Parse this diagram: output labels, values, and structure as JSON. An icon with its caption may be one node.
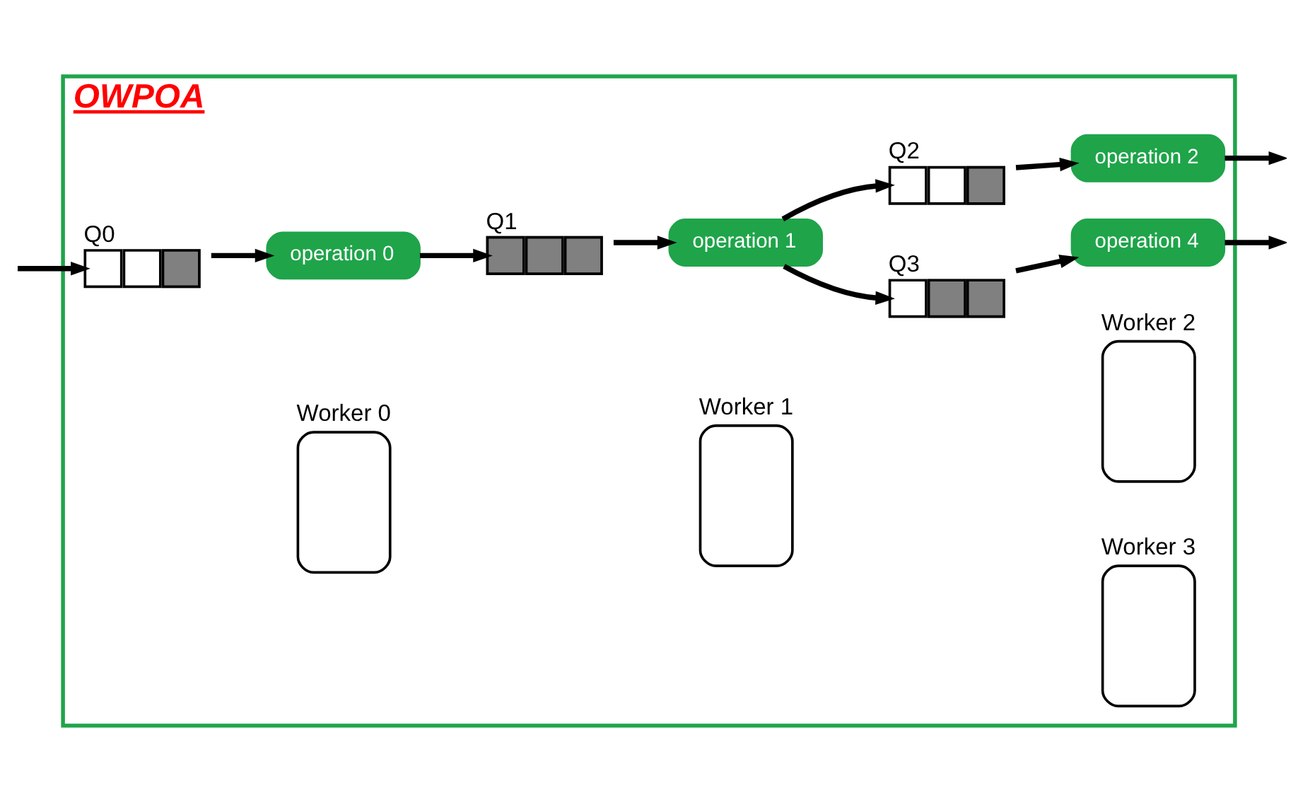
{
  "diagram": {
    "nodes": [
      {
        "text": [
          "OWPOA"
        ]
      },
      {
        "text": [
          "Q0"
        ],
        "in": 0
      },
      {
        "text": [
          "Worker 0"
        ],
        "in": 0
      },
      {
        "text": [
          "operation 0"
        ],
        "in": 0
      },
      {
        "text": [
          "Q1"
        ],
        "in": 0
      },
      {
        "text": [
          "Worker 1"
        ],
        "in": 0
      },
      {
        "text": [
          "operation 1"
        ],
        "in": 0
      },
      {
        "text": [
          "Q2"
        ],
        "in": 0
      },
      {
        "text": [
          "Worker 2"
        ],
        "in": 0
      },
      {
        "text": [
          "operation 2"
        ],
        "in": 0
      },
      {
        "text": [
          "Q3"
        ],
        "in": 0
      },
      {
        "text": [
          "Worker 3"
        ],
        "in": 0
      },
      {
        "text": [
          "operation 4"
        ],
        "in": 0
      }
    ],
    "edges": [
      {
        "from": null,
        "to": 1,
        "arrow": "to"
      },
      {
        "from": 1,
        "to": 3,
        "arrow": "to"
      },
      {
        "from": 3,
        "to": 4,
        "arrow": "to"
      },
      {
        "from": 4,
        "to": 6,
        "arrow": "to"
      },
      {
        "from": 6,
        "to": 7,
        "arrow": "to"
      },
      {
        "from": 6,
        "to": 10,
        "arrow": "to"
      },
      {
        "from": 7,
        "to": 9,
        "arrow": "to"
      },
      {
        "from": 10,
        "to": 12,
        "arrow": "to"
      },
      {
        "from": 9,
        "to": null,
        "arrow": "to"
      },
      {
        "from": 12,
        "to": null,
        "arrow": "to"
      }
    ]
  }
}
